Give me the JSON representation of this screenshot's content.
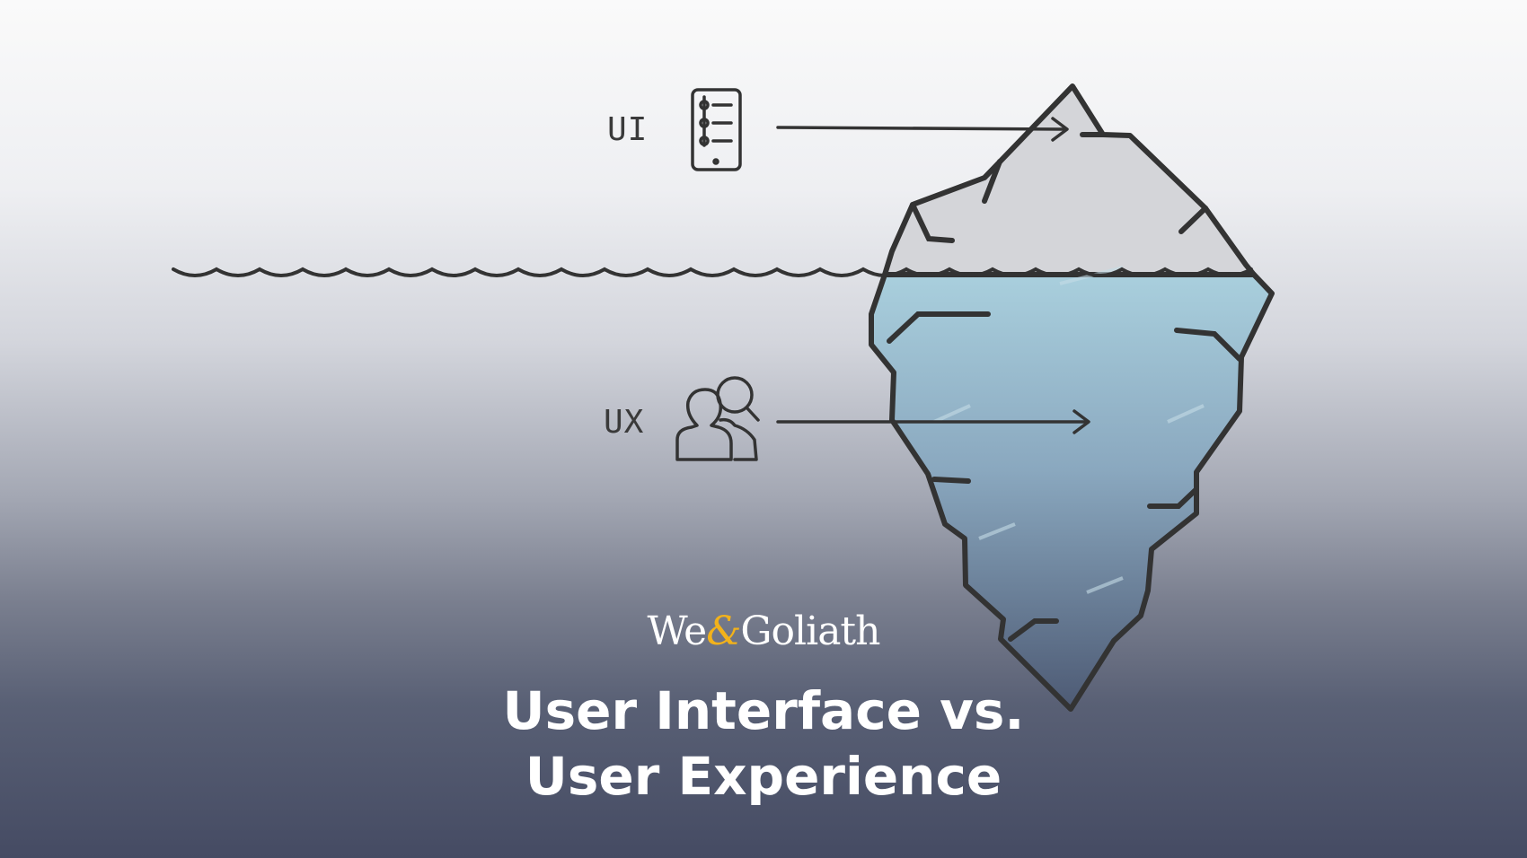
{
  "diagram": {
    "labels": {
      "ui": "UI",
      "ux": "UX"
    },
    "icons": {
      "ui": "smartphone-icon",
      "ux": "users-search-icon"
    },
    "colors": {
      "ink": "#333333",
      "ice_top": "#d6d6da",
      "ice_under": "#9ebdce",
      "ice_deep": "#4f5c76"
    }
  },
  "brand": {
    "part1": "We",
    "amp": "&",
    "part2": "Goliath",
    "amp_color": "#f2b21b"
  },
  "headline": {
    "line1": "User Interface vs.",
    "line2": "User Experience"
  }
}
